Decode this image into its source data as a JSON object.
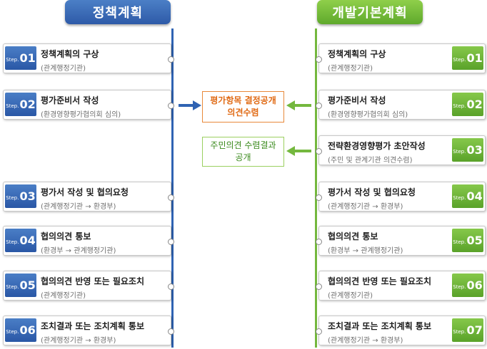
{
  "headers": {
    "policy_plan": "정책계획",
    "development_plan": "개발기본계획"
  },
  "left_steps": [
    {
      "step_word": "Step.",
      "num": "01",
      "title": "정책계획의 구상",
      "sub": "(관계행정기관)"
    },
    {
      "step_word": "Step.",
      "num": "02",
      "title": "평가준비서 작성",
      "sub": "(환경영향평가협의회 심의)"
    },
    {
      "step_word": "Step.",
      "num": "03",
      "title": "평가서 작성 및 협의요청",
      "sub": "(관계행정기관 → 환경부)"
    },
    {
      "step_word": "Step.",
      "num": "04",
      "title": "협의의견 통보",
      "sub": "(환경부 → 관계행정기관)"
    },
    {
      "step_word": "Step.",
      "num": "05",
      "title": "협의의견 반영 또는 필요조치",
      "sub": "(관계행정기관)"
    },
    {
      "step_word": "Step.",
      "num": "06",
      "title": "조치결과 또는 조치계획 통보",
      "sub": "(관계행정기관 → 환경부)"
    }
  ],
  "right_steps": [
    {
      "step_word": "Step.",
      "num": "01",
      "title": "정책계획의 구상",
      "sub": "(관계행정기관)"
    },
    {
      "step_word": "Step.",
      "num": "02",
      "title": "평가준비서 작성",
      "sub": "(환경영향평가협의회 심의)"
    },
    {
      "step_word": "Step.",
      "num": "03",
      "title": "전략환경영향평가 초안작성",
      "sub": "(주민 및 관계기관 의견수렴)"
    },
    {
      "step_word": "Step.",
      "num": "04",
      "title": "평가서 작성 및 협의요청",
      "sub": "(관계행정기관 → 환경부)"
    },
    {
      "step_word": "Step.",
      "num": "05",
      "title": "협의의견 통보",
      "sub": "(환경부 → 관계행정기관)"
    },
    {
      "step_word": "Step.",
      "num": "06",
      "title": "협의의견 반영 또는 필요조치",
      "sub": "(관계행정기관)"
    },
    {
      "step_word": "Step.",
      "num": "07",
      "title": "조치결과 또는 조치계획 통보",
      "sub": "(관계행정기관 → 환경부)"
    }
  ],
  "middle": {
    "disclosure_line1": "평가항목 결정공개",
    "disclosure_line2": "의견수렴",
    "opinion_line1": "주민의견 수렴결과",
    "opinion_line2": "공개"
  },
  "colors": {
    "blue": "#2f63b3",
    "green": "#74b83e",
    "orange": "#e06a14"
  }
}
